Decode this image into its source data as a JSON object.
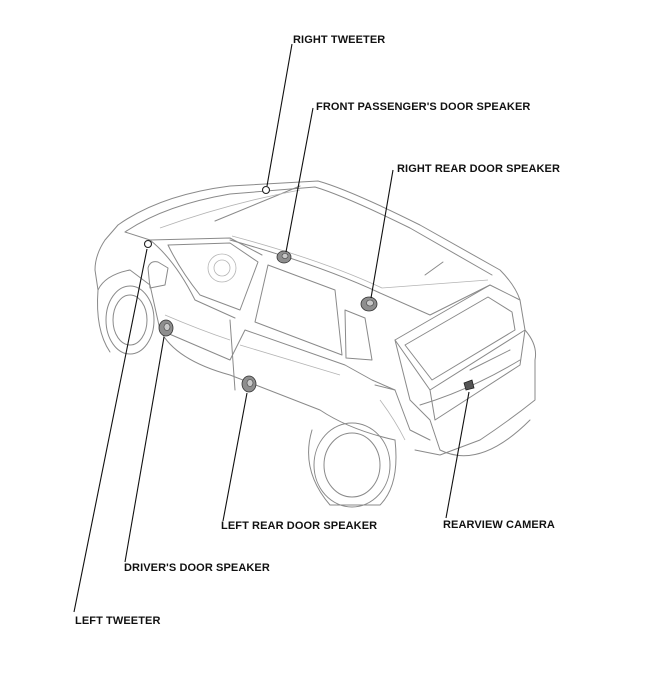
{
  "labels": {
    "right_tweeter": "RIGHT TWEETER",
    "front_passenger_door_speaker": "FRONT PASSENGER'S DOOR SPEAKER",
    "right_rear_door_speaker": "RIGHT REAR DOOR SPEAKER",
    "left_rear_door_speaker": "LEFT REAR DOOR SPEAKER",
    "rearview_camera": "REARVIEW CAMERA",
    "drivers_door_speaker": "DRIVER'S DOOR SPEAKER",
    "left_tweeter": "LEFT TWEETER"
  }
}
